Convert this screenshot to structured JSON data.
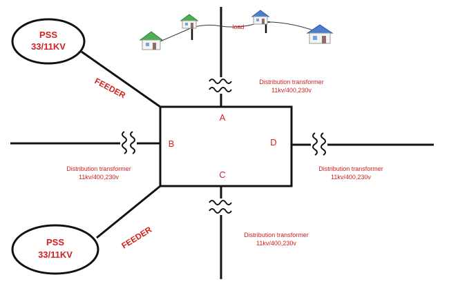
{
  "colors": {
    "line": "#111111",
    "text_red": "#d22020",
    "house_green": "#4caf50",
    "house_blue": "#4a7fd0"
  },
  "pss_top": {
    "line1": "PSS",
    "line2": "33/11KV"
  },
  "pss_bottom": {
    "line1": "PSS",
    "line2": "33/11KV"
  },
  "feeder_top": "FEEDER",
  "feeder_bottom": "FEEDER",
  "load_label": "load",
  "nodes": {
    "a": "A",
    "b": "B",
    "c": "C",
    "d": "D"
  },
  "transformers": {
    "top": {
      "line1": "Distribution transformer",
      "line2": "11kv/400,230v"
    },
    "left": {
      "line1": "Distribution transformer",
      "line2": "11kv/400,230v"
    },
    "right": {
      "line1": "Distribution transformer",
      "line2": "11kv/400,230v"
    },
    "bottom": {
      "line1": "Distribution transformer",
      "line2": "11kv/400,230v"
    }
  },
  "icons": [
    "house-icon",
    "transformer-coil-icon",
    "utility-pole-icon"
  ]
}
